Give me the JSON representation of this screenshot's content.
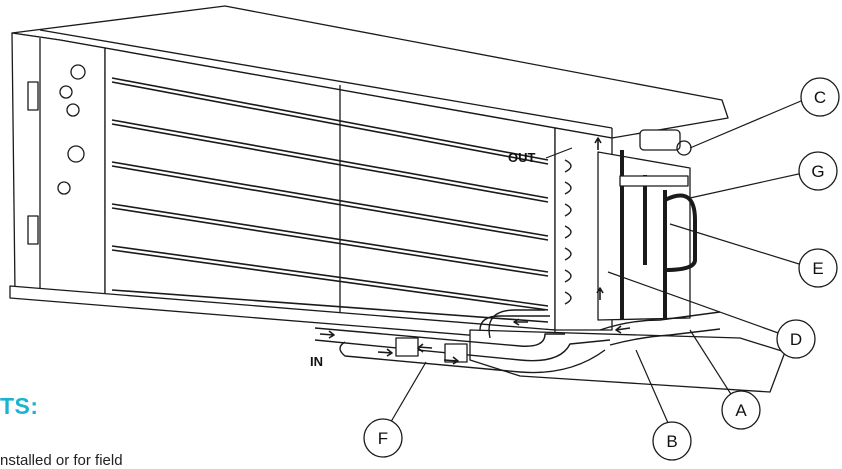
{
  "diagram": {
    "callouts": [
      {
        "id": "a",
        "letter": "A"
      },
      {
        "id": "b",
        "letter": "B"
      },
      {
        "id": "c",
        "letter": "C"
      },
      {
        "id": "d",
        "letter": "D"
      },
      {
        "id": "e",
        "letter": "E"
      },
      {
        "id": "f",
        "letter": "F"
      },
      {
        "id": "g",
        "letter": "G"
      }
    ],
    "flow_labels": {
      "in": "IN",
      "out": "OUT"
    }
  },
  "page_text": {
    "heading_fragment": "TS:",
    "body_fragment": "nstalled or for field"
  },
  "colors": {
    "heading_accent": "#1ab4d2",
    "line": "#1a1a1a",
    "panel_fill": "#ffffff"
  }
}
